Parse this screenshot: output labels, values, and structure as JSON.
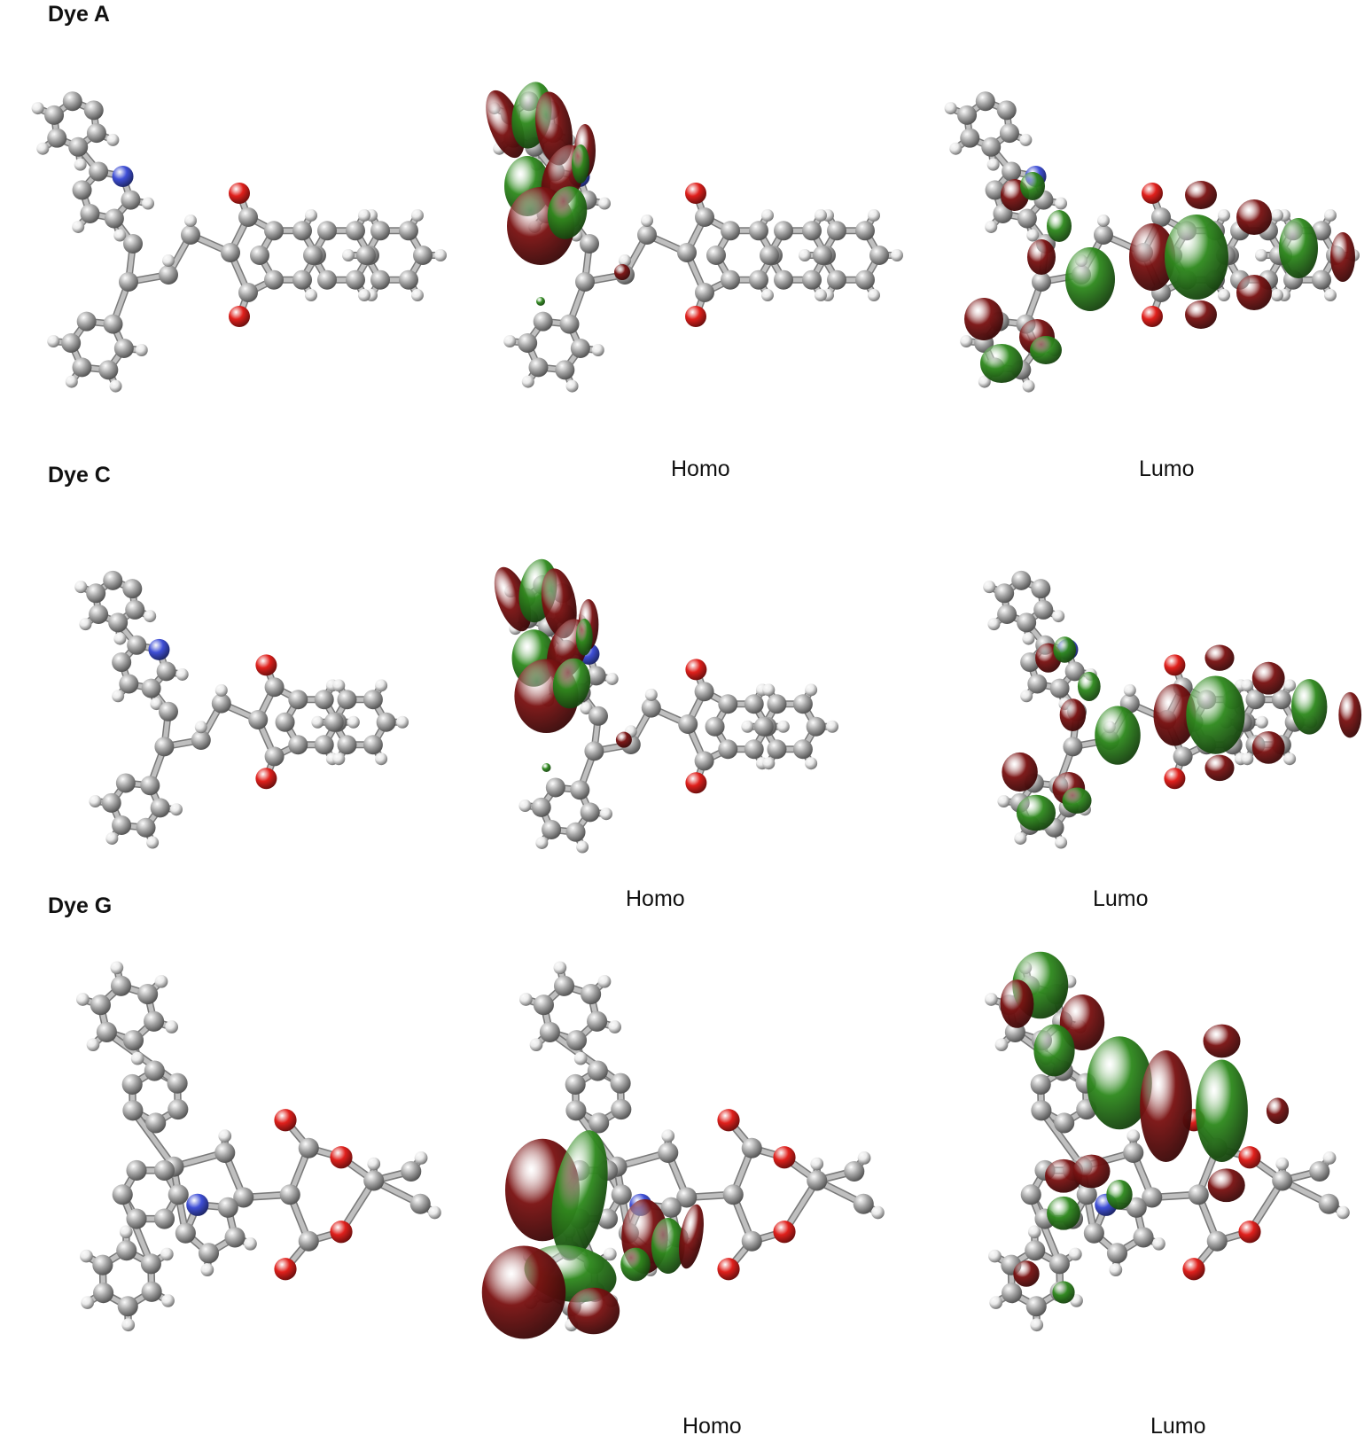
{
  "figure": {
    "rows": [
      {
        "name": "Dye A",
        "orbitals": {
          "homo_label": "Homo",
          "lumo_label": "Lumo"
        }
      },
      {
        "name": "Dye C",
        "orbitals": {
          "homo_label": "Homo",
          "lumo_label": "Lumo"
        }
      },
      {
        "name": "Dye G",
        "orbitals": {
          "homo_label": "Homo",
          "lumo_label": "Lumo"
        }
      }
    ]
  },
  "colors": {
    "carbon": "#a9a9a9",
    "hydrogen": "#e9e9e9",
    "nitrogen": "#3f4fd6",
    "oxygen": "#e0201c",
    "lobe_positive": "#2f8a1e",
    "lobe_negative": "#7a1212",
    "bond": "#bfbfbf"
  },
  "icons": {
    "structure": "ball-and-stick-molecule-icon",
    "homo": "homo-orbital-isosurface-icon",
    "lumo": "lumo-orbital-isosurface-icon"
  }
}
